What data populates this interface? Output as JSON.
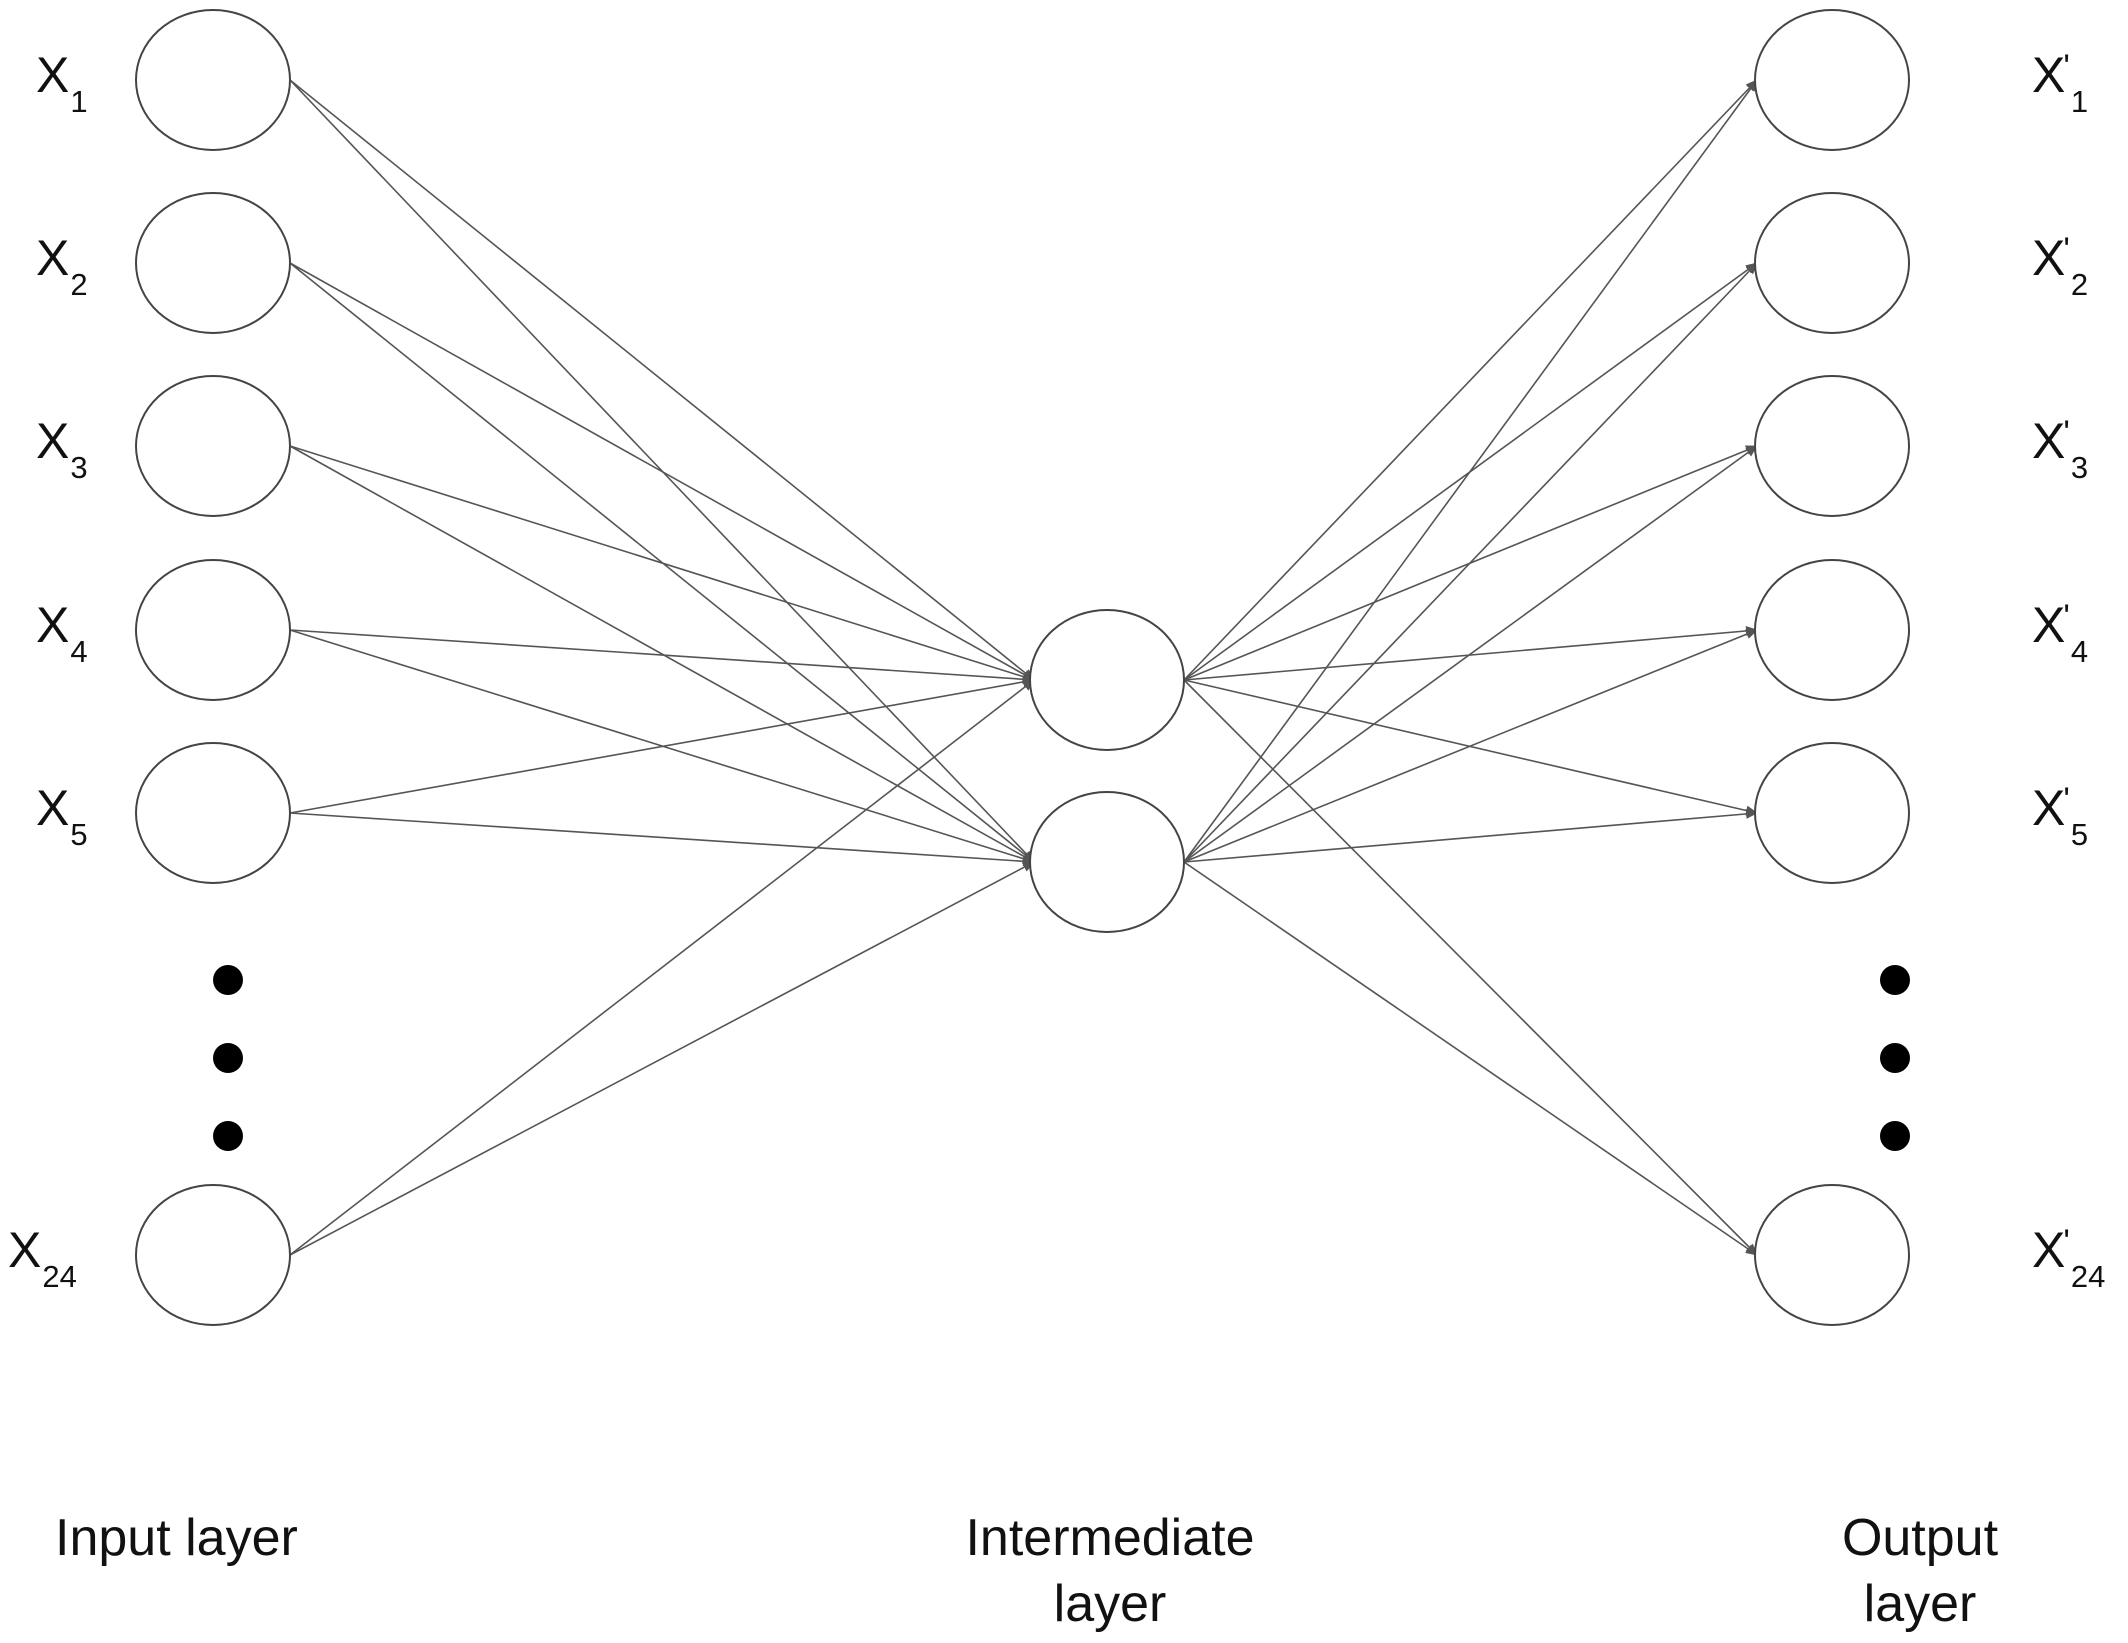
{
  "input_nodes": [
    {
      "name": "X",
      "sub": "1"
    },
    {
      "name": "X",
      "sub": "2"
    },
    {
      "name": "X",
      "sub": "3"
    },
    {
      "name": "X",
      "sub": "4"
    },
    {
      "name": "X",
      "sub": "5"
    },
    {
      "name": "X",
      "sub": "24"
    }
  ],
  "output_nodes": [
    {
      "name": "X",
      "prime": "'",
      "sub": "1"
    },
    {
      "name": "X",
      "prime": "'",
      "sub": "2"
    },
    {
      "name": "X",
      "prime": "'",
      "sub": "3"
    },
    {
      "name": "X",
      "prime": "'",
      "sub": "4"
    },
    {
      "name": "X",
      "prime": "'",
      "sub": "5"
    },
    {
      "name": "X",
      "prime": "'",
      "sub": "24"
    }
  ],
  "hidden_nodes_count": 2,
  "captions": {
    "input": "Input layer",
    "intermediate_line1": "Intermediate",
    "intermediate_line2": "layer",
    "output_line1": "Output",
    "output_line2": "layer"
  },
  "colors": {
    "edge": "#555555",
    "node_stroke": "#444444",
    "dots": "#000000"
  }
}
